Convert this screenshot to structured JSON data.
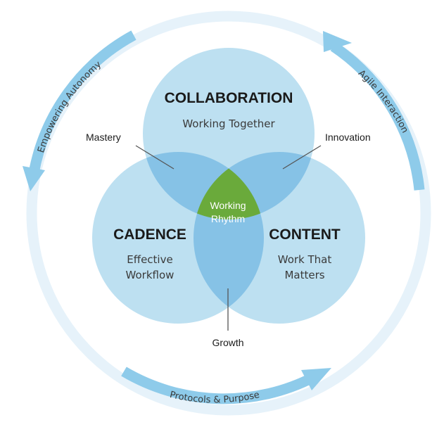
{
  "colors": {
    "ring_track": "#e6f2fa",
    "arrow": "#8ecbea",
    "circle_fill": "#bde0f1",
    "overlap_fill": "#86c2e6",
    "center_fill": "#6aaa3b"
  },
  "circles": {
    "collaboration": {
      "title": "COLLABORATION",
      "subtitle": [
        "Working Together"
      ]
    },
    "cadence": {
      "title": "CADENCE",
      "subtitle": [
        "Effective",
        "Workflow"
      ]
    },
    "content": {
      "title": "CONTENT",
      "subtitle": [
        "Work That",
        "Matters"
      ]
    }
  },
  "center": {
    "lines": [
      "Working",
      "Rhythm"
    ]
  },
  "callouts": {
    "mastery": "Mastery",
    "innovation": "Innovation",
    "growth": "Growth"
  },
  "ring_labels": {
    "left": "Empowering Autonomy",
    "right": "Agile Interaction",
    "bottom": "Protocols & Purpose"
  }
}
